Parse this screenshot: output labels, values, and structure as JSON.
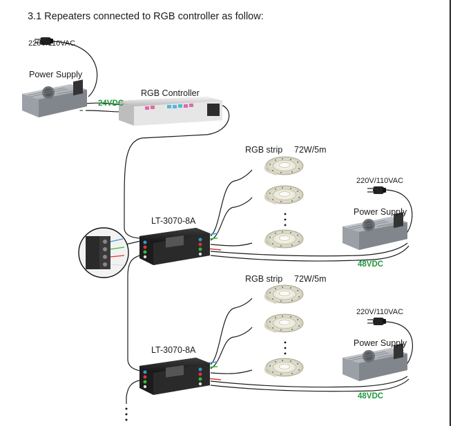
{
  "heading": "3.1  Repeaters connected to RGB controller as follow:",
  "top": {
    "ac_label": "220V/110VAC",
    "psu_label": "Power Supply",
    "controller_label": "RGB Controller",
    "dc_label": "24VDC"
  },
  "repeater1": {
    "model_label": "LT-3070-8A",
    "strip_label": "RGB strip",
    "strip_power": "72W/5m",
    "ac_label": "220V/110VAC",
    "psu_label": "Power Supply",
    "dc_label": "48VDC"
  },
  "repeater2": {
    "model_label": "LT-3070-8A",
    "strip_label": "RGB strip",
    "strip_power": "72W/5m",
    "ac_label": "220V/110VAC",
    "psu_label": "Power Supply",
    "dc_label": "48VDC"
  },
  "colors": {
    "voltage_green": "#1f9a3c",
    "device_dark": "#2b2b2b",
    "psu_silver": "#bfc3c8",
    "wire": "#1a1a1a",
    "strip_led": "#e8e5d2"
  },
  "icons": [
    "plug-icon",
    "power-supply-icon",
    "rgb-controller-icon",
    "repeater-icon",
    "led-strip-reel-icon",
    "terminal-zoom-icon"
  ]
}
